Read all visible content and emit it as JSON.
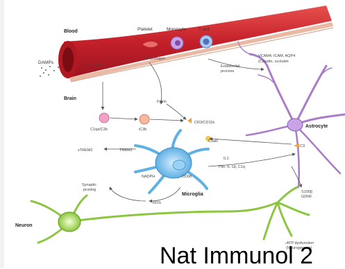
{
  "labels": {
    "blood": "Blood",
    "brain": "Brain",
    "damps": "DAMPs",
    "platelet": "Platelet",
    "monocyte": "Monocyte",
    "tcell": "T cell",
    "endothelial": "Endothelial",
    "astrocytic": "process",
    "icam_line1": "VCAM4, ICAM, AQP4",
    "icam_line2": "(Claudin, occludin",
    "fibrinogen": "Fibrinogen",
    "fibrin": "Fibrin",
    "c1q_c3b_top": "C1q/C3b",
    "c1qa_c3b": "C1qa/C3b",
    "ic3b": "iC3b",
    "cr3": "CR3/CD11b",
    "astrocyte": "Astrocyte",
    "c3ar1": "C3aR",
    "c3": "C3",
    "strem2": "sTREM2",
    "trem2": "TREM2",
    "nadph": "NADPH",
    "cd68": "CD68",
    "il1": "IL1",
    "tnf": "TNF, IL-1β, C1q",
    "microglia": "Microglia",
    "synaptic": "Synaptic",
    "pruning": "pruning",
    "ros": "ROS",
    "s100b": "S100β",
    "gdnf": "GDNF",
    "neuron": "Neuron",
    "atp": "↓ATP dysfunction",
    "neurogen": "(Neurogenesis)"
  },
  "caption": "Nat Immunol 2",
  "colors": {
    "vessel": "#c8202a",
    "vessel_light": "#e65a55",
    "astrocyte": "#a97cc9",
    "microglia": "#5fb0e3",
    "neuron": "#8cc63f",
    "complement": "#f2a0c4"
  }
}
